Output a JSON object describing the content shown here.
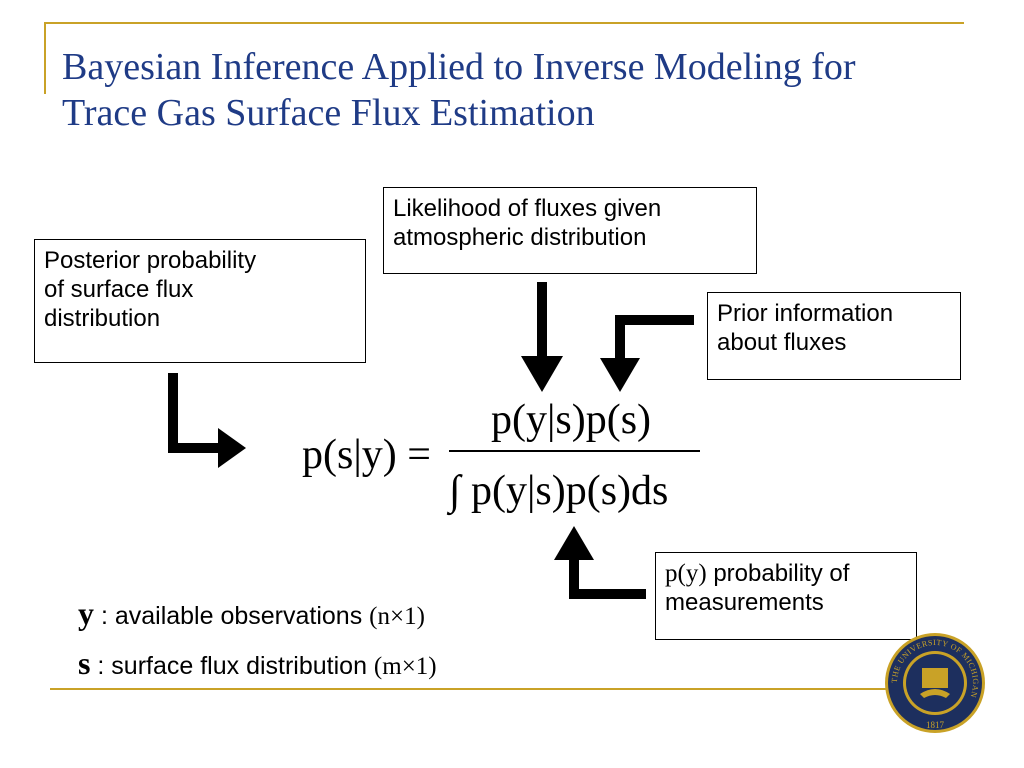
{
  "title": {
    "line1": "Bayesian Inference Applied to Inverse Modeling for",
    "line2": "Trace Gas Surface Flux Estimation"
  },
  "boxes": {
    "posterior": [
      "Posterior probability",
      "of surface flux",
      "distribution"
    ],
    "likelihood": [
      "Likelihood of fluxes given",
      "atmospheric distribution"
    ],
    "prior": [
      "Prior information",
      "about fluxes"
    ],
    "py": {
      "symbol": "p(y)",
      "text1": " probability of",
      "text2": "measurements"
    }
  },
  "equation": {
    "lhs": "p(s|y) =",
    "numerator": "p(y|s)p(s)",
    "denominator": "∫ p(y|s)p(s)ds"
  },
  "definitions": [
    {
      "var": "y",
      "desc": " : available observations ",
      "dim": "(n×1)"
    },
    {
      "var": "s",
      "desc": " : surface flux distribution ",
      "dim": "(m×1)"
    }
  ],
  "logo": {
    "ring_text": "THE UNIVERSITY OF MICHIGAN",
    "year": "1817"
  },
  "colors": {
    "title": "#1f3b86",
    "rule": "#c9a227",
    "seal_blue": "#1d2f5e",
    "seal_gold": "#c9a227"
  }
}
